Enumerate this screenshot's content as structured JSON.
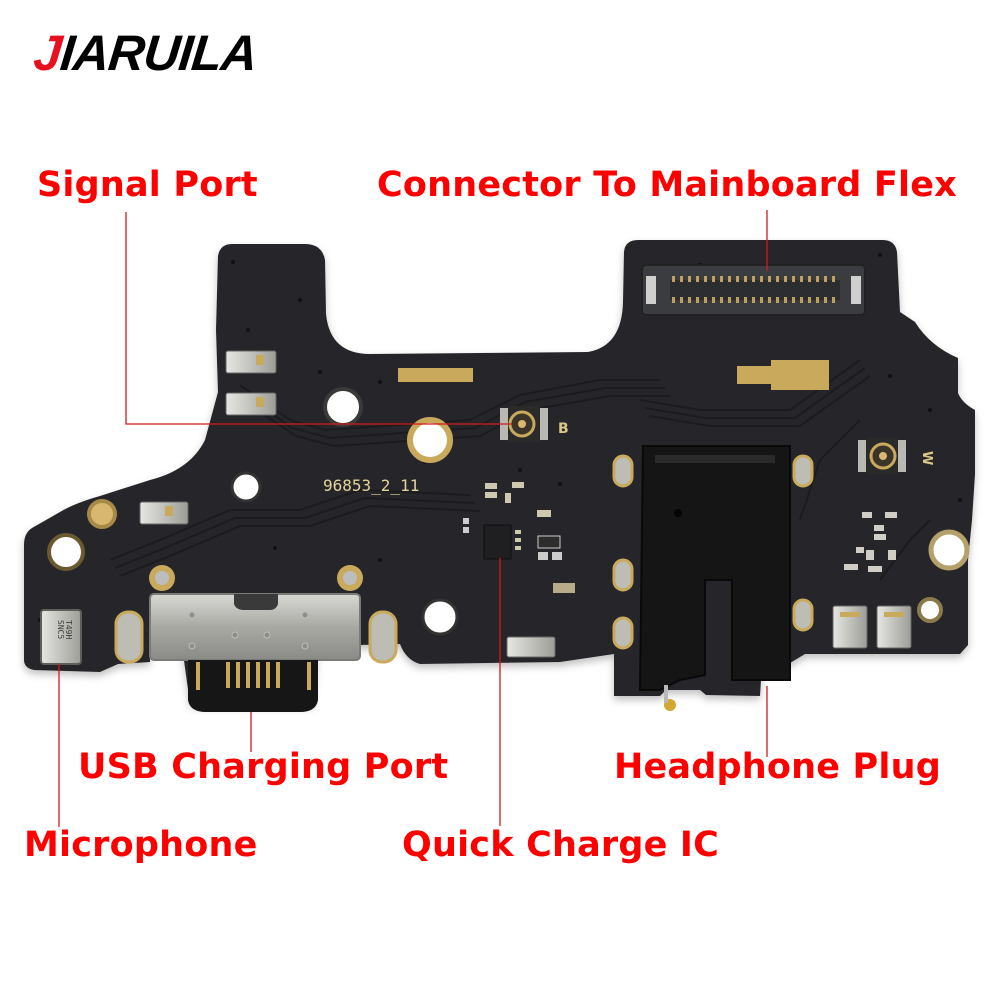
{
  "brand": {
    "first_letter": "J",
    "rest": "IARUILA",
    "accent_color": "#e8101c"
  },
  "labels": {
    "signal_port": "Signal Port",
    "connector_to_mainboard_flex": "Connector To Mainboard Flex",
    "usb_charging_port": "USB Charging Port",
    "headphone_plug": "Headphone Plug",
    "microphone": "Microphone",
    "quick_charge_ic": "Quick Charge IC",
    "label_color": "#ff0000"
  },
  "board": {
    "silkscreen_part_number": "96853_2_11",
    "antenna_mark_left": "B",
    "antenna_mark_right": "W",
    "microphone_marking_line1": "SNC5",
    "microphone_marking_line2": "T49H",
    "pcb_color": "#26272a",
    "gold_color": "#c9a95c"
  }
}
